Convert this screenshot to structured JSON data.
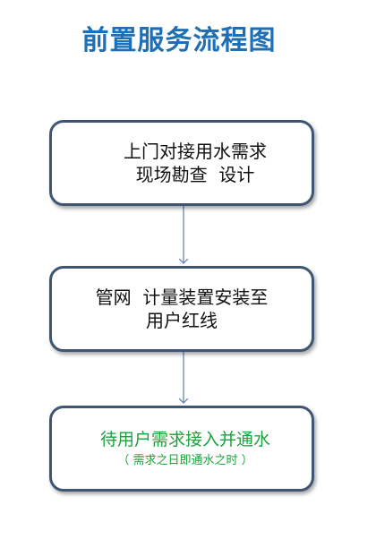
{
  "title": "前置服务流程图",
  "steps": [
    {
      "lines": [
        "上门对接用水需求",
        "现场勘查  设计"
      ]
    },
    {
      "lines": [
        "管网  计量装置安装至",
        "用户红线"
      ]
    },
    {
      "main": "待用户需求接入并通水",
      "note": "（ 需求之日即通水之时 ）"
    }
  ],
  "colors": {
    "title": "#1f6fb5",
    "box_border": "#3e5673",
    "arrow": "#5b7fb0",
    "highlight_text": "#1aa33b"
  }
}
